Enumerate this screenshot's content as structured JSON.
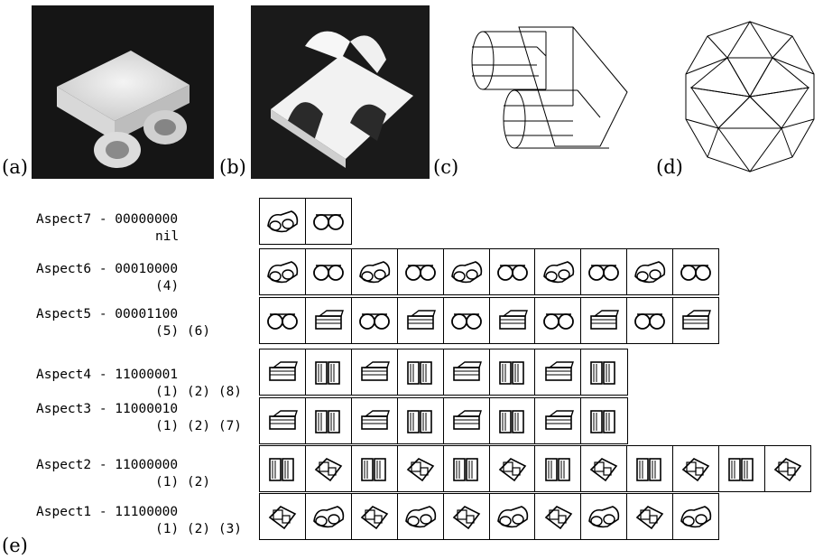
{
  "panels": {
    "a": "(a)",
    "b": "(b)",
    "c": "(c)",
    "d": "(d)",
    "e": "(e)"
  },
  "aspects": [
    {
      "name": "Aspect7 - 00000000",
      "sub": "nil"
    },
    {
      "name": "Aspect6 - 00010000",
      "sub": "(4)"
    },
    {
      "name": "Aspect5 - 00001100",
      "sub": "(5) (6)"
    },
    {
      "name": "Aspect4 - 11000001",
      "sub": "(1) (2) (8)"
    },
    {
      "name": "Aspect3 - 11000010",
      "sub": "(1) (2) (7)"
    },
    {
      "name": "Aspect2 - 11000000",
      "sub": "(1) (2)"
    },
    {
      "name": "Aspect1 - 11100000",
      "sub": "(1) (2) (3)"
    }
  ],
  "grid_counts": [
    2,
    10,
    10,
    8,
    8,
    12,
    10
  ]
}
